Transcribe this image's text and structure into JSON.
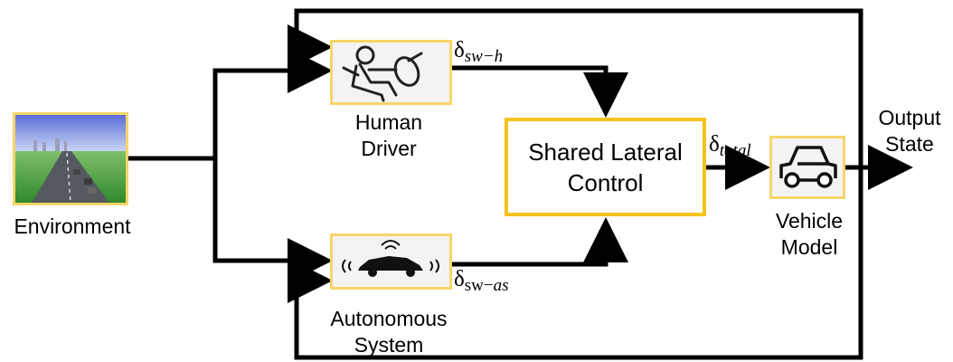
{
  "environment": {
    "label": "Environment",
    "icon": "road-scene-icon"
  },
  "human_driver": {
    "label_line1": "Human",
    "label_line2": "Driver",
    "icon": "driver-icon"
  },
  "autonomous_system": {
    "label_line1": "Autonomous",
    "label_line2": "System",
    "icon": "autonomous-car-icon"
  },
  "shared_control": {
    "label_line1": "Shared Lateral",
    "label_line2": "Control"
  },
  "vehicle_model": {
    "label_line1": "Vehicle",
    "label_line2": "Model",
    "icon": "car-icon"
  },
  "output": {
    "label_line1": "Output",
    "label_line2": "State"
  },
  "signals": {
    "human": {
      "symbol": "δ",
      "subscript": "sw−h"
    },
    "autonomous": {
      "symbol": "δ",
      "subscript_roman": "sw−",
      "subscript_italic": "as"
    },
    "total": {
      "symbol": "δ",
      "subscript": "total"
    }
  },
  "colors": {
    "box_border": "#f7c21e",
    "icon_border": "#f7d56a",
    "wire": "#000000"
  }
}
